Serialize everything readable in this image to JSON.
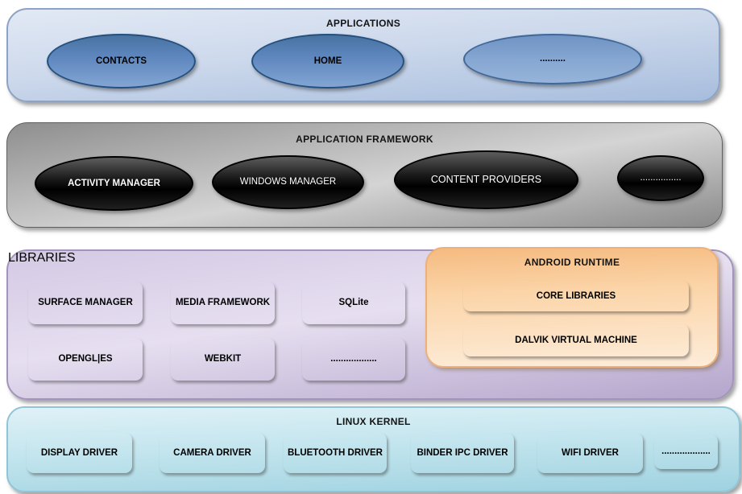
{
  "applications": {
    "title": "APPLICATIONS",
    "items": [
      {
        "label": "CONTACTS"
      },
      {
        "label": "HOME"
      },
      {
        "label": ".........."
      }
    ]
  },
  "framework": {
    "title": "APPLICATION FRAMEWORK",
    "items": [
      {
        "label": "ACTIVITY MANAGER"
      },
      {
        "label": "WINDOWS MANAGER"
      },
      {
        "label": "CONTENT PROVIDERS"
      },
      {
        "label": "................"
      }
    ]
  },
  "libraries": {
    "title": "LIBRARIES",
    "items": [
      {
        "label": "SURFACE MANAGER"
      },
      {
        "label": "MEDIA FRAMEWORK"
      },
      {
        "label": "SQLite"
      },
      {
        "label": "OPENGL|ES"
      },
      {
        "label": "WEBKIT"
      },
      {
        "label": ".................."
      }
    ]
  },
  "android_runtime": {
    "title": "ANDROID RUNTIME",
    "items": [
      {
        "label": "CORE LIBRARIES"
      },
      {
        "label": "DALVIK VIRTUAL MACHINE"
      }
    ]
  },
  "linux_kernel": {
    "title": "LINUX KERNEL",
    "items": [
      {
        "label": "DISPLAY DRIVER"
      },
      {
        "label": "CAMERA DRIVER"
      },
      {
        "label": "BLUETOOTH DRIVER"
      },
      {
        "label": "BINDER IPC DRIVER"
      },
      {
        "label": "WIFI DRIVER"
      },
      {
        "label": "..................."
      }
    ]
  },
  "colors": {
    "applications_band": "#a7bddd",
    "framework_band": "#9a9a9a",
    "libraries_band": "#c9bbdc",
    "android_runtime_panel": "#f9cd9d",
    "linux_kernel_band": "#bfe2ec",
    "app_node": "#4d79b2",
    "framework_node": "#111111",
    "library_node": "#8a68a8",
    "runtime_node": "#ee9440",
    "kernel_node": "#7fc0d4"
  }
}
